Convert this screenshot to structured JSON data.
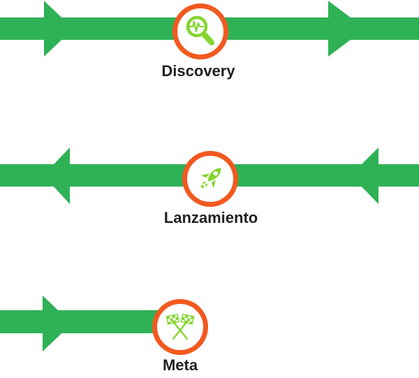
{
  "diagram": {
    "type": "roadmap-arrows",
    "stages": [
      {
        "label": "Discovery",
        "icon": "magnifier-pulse-icon",
        "arrow_direction": "right",
        "arrowhead_count": 2,
        "bar_extent": "full-width"
      },
      {
        "label": "Lanzamiento",
        "icon": "rocket-icon",
        "arrow_direction": "left",
        "arrowhead_count": 2,
        "bar_extent": "full-width"
      },
      {
        "label": "Meta",
        "icon": "checkered-flags-icon",
        "arrow_direction": "right",
        "arrowhead_count": 1,
        "bar_extent": "left-edge-to-node"
      }
    ],
    "colors": {
      "arrow_green": "#2FB156",
      "icon_green": "#82D52F",
      "ring_orange": "#F2591F",
      "label_text": "#231F20",
      "background": "#FFFFFF"
    }
  }
}
